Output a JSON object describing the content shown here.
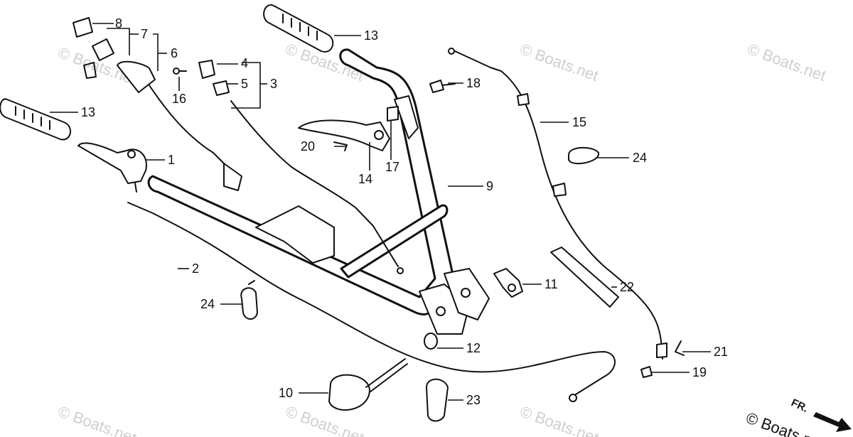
{
  "watermark_text": "© Boats.net",
  "copyright_text": "© Boats.net",
  "front_indicator": "FR.",
  "callouts": {
    "c1": "1",
    "c2": "2",
    "c3": "3",
    "c4": "4",
    "c5": "5",
    "c6": "6",
    "c7": "7",
    "c8": "8",
    "c9": "9",
    "c10": "10",
    "c11": "11",
    "c12": "12",
    "c13a": "13",
    "c13b": "13",
    "c14": "14",
    "c15": "15",
    "c16": "16",
    "c17": "17",
    "c18": "18",
    "c19": "19",
    "c20": "20",
    "c21": "21",
    "c22": "22",
    "c23": "23",
    "c24a": "24",
    "c24b": "24"
  }
}
